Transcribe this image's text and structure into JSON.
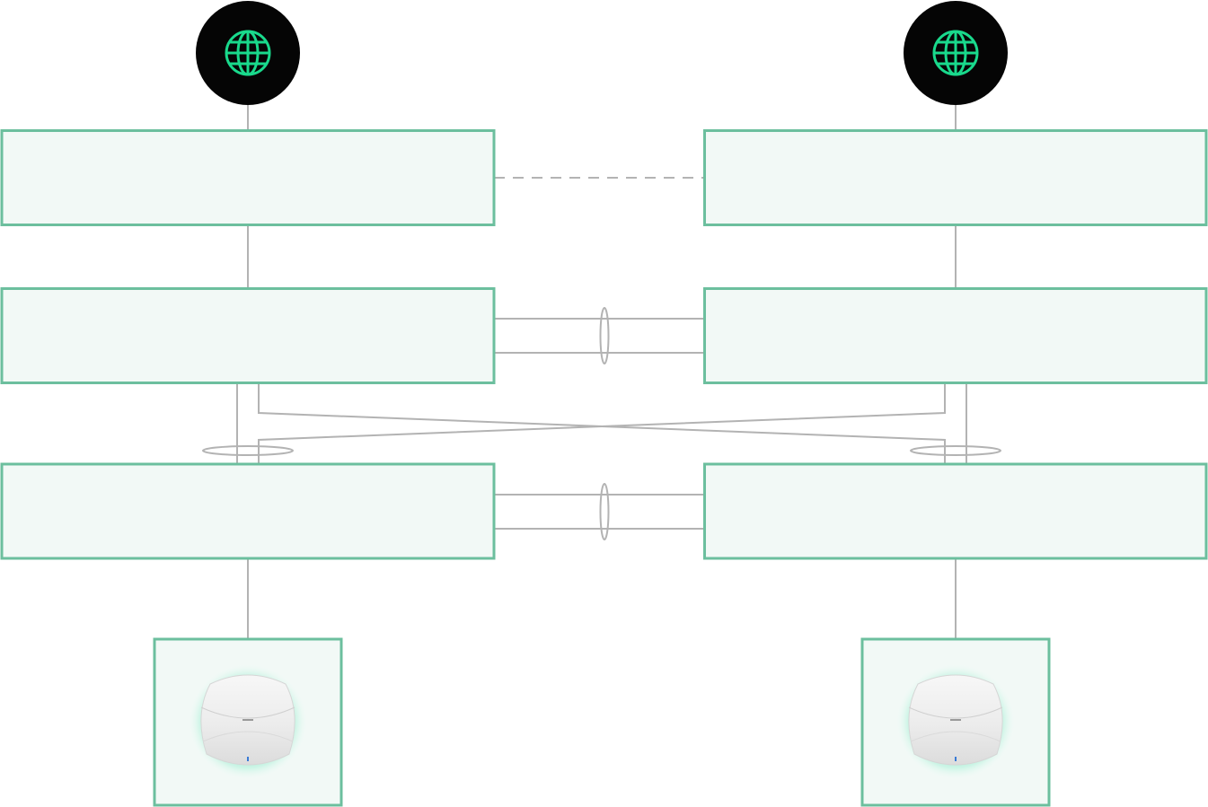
{
  "colors": {
    "background": "#ffffff",
    "node_border": "#6cbf9e",
    "node_fill": "#f2f9f6",
    "connector": "#b3b3b3",
    "internet_circle": "#050505",
    "globe": "#19d98c",
    "ap_body": "#efefef",
    "ap_glow": "#7fe3c1",
    "ap_led": "#3a7bd5"
  },
  "icons": {
    "internet": "globe-icon",
    "access_point": "wireless-access-point-icon"
  },
  "columns": [
    {
      "side": "left",
      "internet": {
        "label": ""
      },
      "tier_1": {
        "label": ""
      },
      "tier_2": {
        "label": ""
      },
      "tier_3": {
        "label": ""
      },
      "access_point": {
        "label": ""
      }
    },
    {
      "side": "right",
      "internet": {
        "label": ""
      },
      "tier_1": {
        "label": ""
      },
      "tier_2": {
        "label": ""
      },
      "tier_3": {
        "label": ""
      },
      "access_point": {
        "label": ""
      }
    }
  ],
  "links": {
    "tier_1_peer": {
      "style": "dashed"
    },
    "tier_2_peer": {
      "style": "aggregated",
      "count": 2
    },
    "tier_3_peer": {
      "style": "aggregated",
      "count": 2
    },
    "tier_2_to_tier_3": {
      "style": "cross-connected",
      "count": 4
    }
  }
}
